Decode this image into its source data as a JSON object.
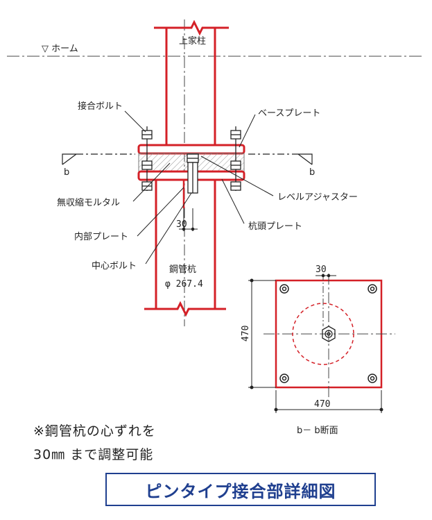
{
  "labels": {
    "home": "▽ ホーム",
    "upper_column": "上家柱",
    "joint_bolt": "接合ボルト",
    "base_plate": "ベースプレート",
    "non_shrink_mortar": "無収縮モルタル",
    "level_adjuster": "レベルアジャスター",
    "inner_plate": "内部プレート",
    "pile_head_plate": "杭頭プレート",
    "center_bolt": "中心ボルト",
    "steel_pipe_pile": "鋼管杭",
    "pile_diameter": "φ 267.4",
    "section_mark_left": "b",
    "section_mark_right": "b",
    "offset_30_side": "30",
    "offset_30_plan": "30",
    "dim_470_vertical": "470",
    "dim_470_horizontal": "470",
    "section_caption": "b－ b断面"
  },
  "note": {
    "line1": "※鋼管杭の心ずれを",
    "line2": "30㎜ まで調整可能"
  },
  "title": "ピンタイプ接合部詳細図",
  "colors": {
    "steel": "#d42027",
    "hatch": "#9a9a9a",
    "line": "#222222",
    "title": "#1f3f8f"
  }
}
